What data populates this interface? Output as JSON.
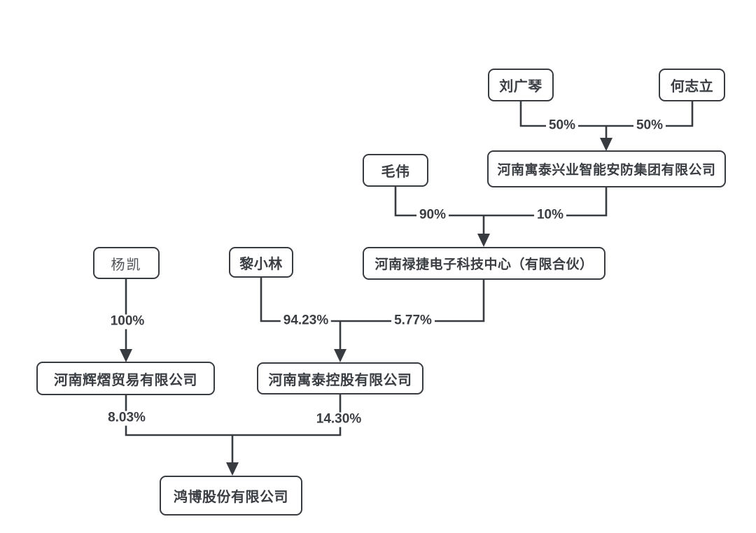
{
  "diagram": {
    "type": "equity-ownership-structure",
    "colors": {
      "line": "#383b40",
      "text": "#3a3d42",
      "background": "#ffffff"
    }
  },
  "nodes": [
    {
      "id": "liu-guangqin",
      "label": "刘广琴",
      "type": "person"
    },
    {
      "id": "he-zhili",
      "label": "何志立",
      "type": "person"
    },
    {
      "id": "yutai-xingye",
      "label": "河南寓泰兴业智能安防集团有限公司",
      "type": "company"
    },
    {
      "id": "mao-wei",
      "label": "毛伟",
      "type": "person"
    },
    {
      "id": "lujie",
      "label": "河南禄捷电子科技中心（有限合伙）",
      "type": "company"
    },
    {
      "id": "yang-kai",
      "label": "杨凯",
      "type": "person"
    },
    {
      "id": "li-xiaolin",
      "label": "黎小林",
      "type": "person"
    },
    {
      "id": "huiyi",
      "label": "河南辉熠贸易有限公司",
      "type": "company"
    },
    {
      "id": "yutai-holdings",
      "label": "河南寓泰控股有限公司",
      "type": "company"
    },
    {
      "id": "hongbo",
      "label": "鸿博股份有限公司",
      "type": "company"
    }
  ],
  "edges": [
    {
      "from": "刘广琴",
      "to": "河南寓泰兴业智能安防集团有限公司",
      "label": "50%"
    },
    {
      "from": "何志立",
      "to": "河南寓泰兴业智能安防集团有限公司",
      "label": "50%"
    },
    {
      "from": "毛伟",
      "to": "河南禄捷电子科技中心（有限合伙）",
      "label": "90%"
    },
    {
      "from": "河南寓泰兴业智能安防集团有限公司",
      "to": "河南禄捷电子科技中心（有限合伙）",
      "label": "10%"
    },
    {
      "from": "杨凯",
      "to": "河南辉熠贸易有限公司",
      "label": "100%"
    },
    {
      "from": "黎小林",
      "to": "河南寓泰控股有限公司",
      "label": "94.23%"
    },
    {
      "from": "河南禄捷电子科技中心（有限合伙）",
      "to": "河南寓泰控股有限公司",
      "label": "5.77%"
    },
    {
      "from": "河南辉熠贸易有限公司",
      "to": "鸿博股份有限公司",
      "label": "8.03%"
    },
    {
      "from": "河南寓泰控股有限公司",
      "to": "鸿博股份有限公司",
      "label": "14.30%"
    }
  ]
}
